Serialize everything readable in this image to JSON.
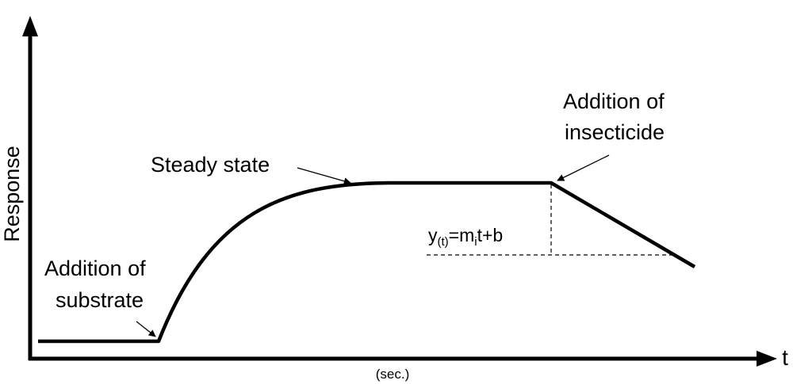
{
  "axes": {
    "y_label": "Response",
    "x_letter": "t",
    "x_unit": "(sec.)"
  },
  "annotations": {
    "substrate_line1": "Addition of",
    "substrate_line2": "substrate",
    "steady_state": "Steady state",
    "insecticide_line1": "Addition of",
    "insecticide_line2": "insecticide"
  },
  "formula": {
    "y": "y",
    "subscript_t": "(t)",
    "eq_m": "=m",
    "subscript_i": "i",
    "rest": "t+b"
  },
  "colors": {
    "ink": "#000000",
    "background": "#ffffff"
  }
}
